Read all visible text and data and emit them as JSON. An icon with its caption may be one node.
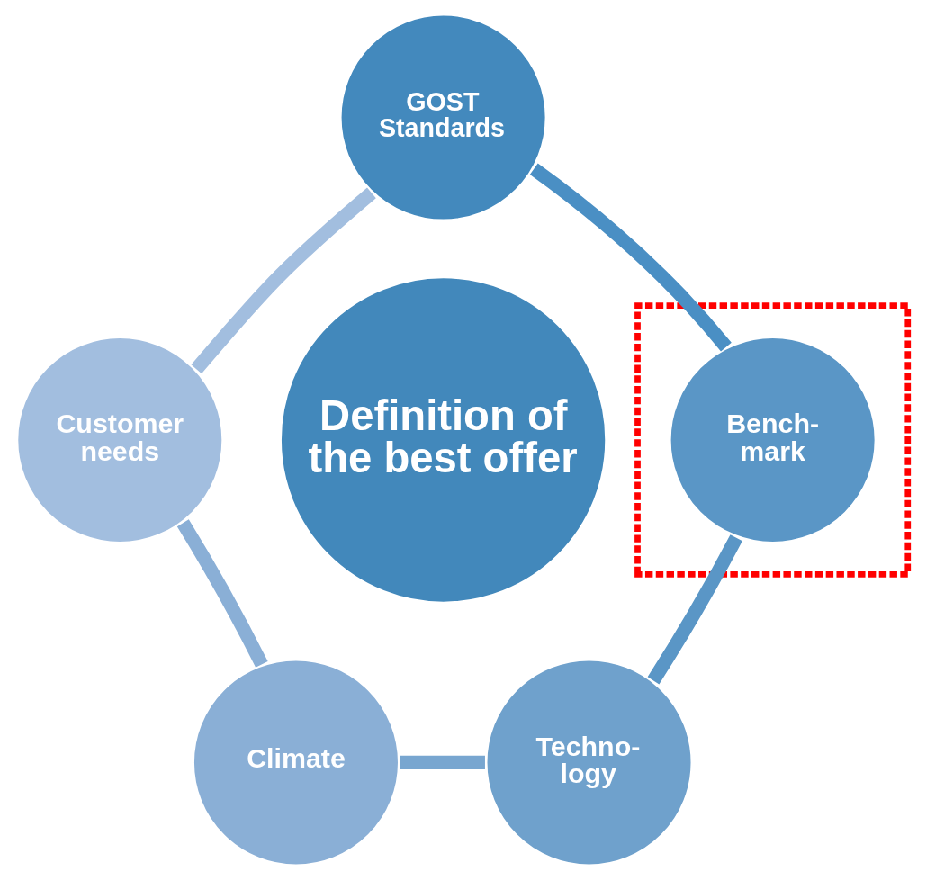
{
  "diagram": {
    "nodes": [
      {
        "text": [
          "GOST Standards"
        ]
      },
      {
        "text": [],
        "shape": "box"
      },
      {
        "text": [
          "Bench- mark"
        ],
        "in": 1
      },
      {
        "text": [
          "Customer needs"
        ]
      },
      {
        "text": [
          "Definition of the best offer"
        ]
      },
      {
        "text": [
          "Climate"
        ]
      },
      {
        "text": [
          "Techno- logy"
        ]
      }
    ],
    "edges": [
      {
        "from": 0,
        "to": 2,
        "arrow": "none",
        "color": "#4a8fc4"
      },
      {
        "from": 2,
        "to": 6,
        "arrow": "none",
        "color": "#5a96c6"
      },
      {
        "from": 6,
        "to": 5,
        "arrow": "none",
        "color": "#78a6d0"
      },
      {
        "from": 5,
        "to": 3,
        "arrow": "none",
        "color": "#8aafd6"
      },
      {
        "from": 3,
        "to": 0,
        "arrow": "none",
        "color": "#a2bedf"
      }
    ]
  }
}
